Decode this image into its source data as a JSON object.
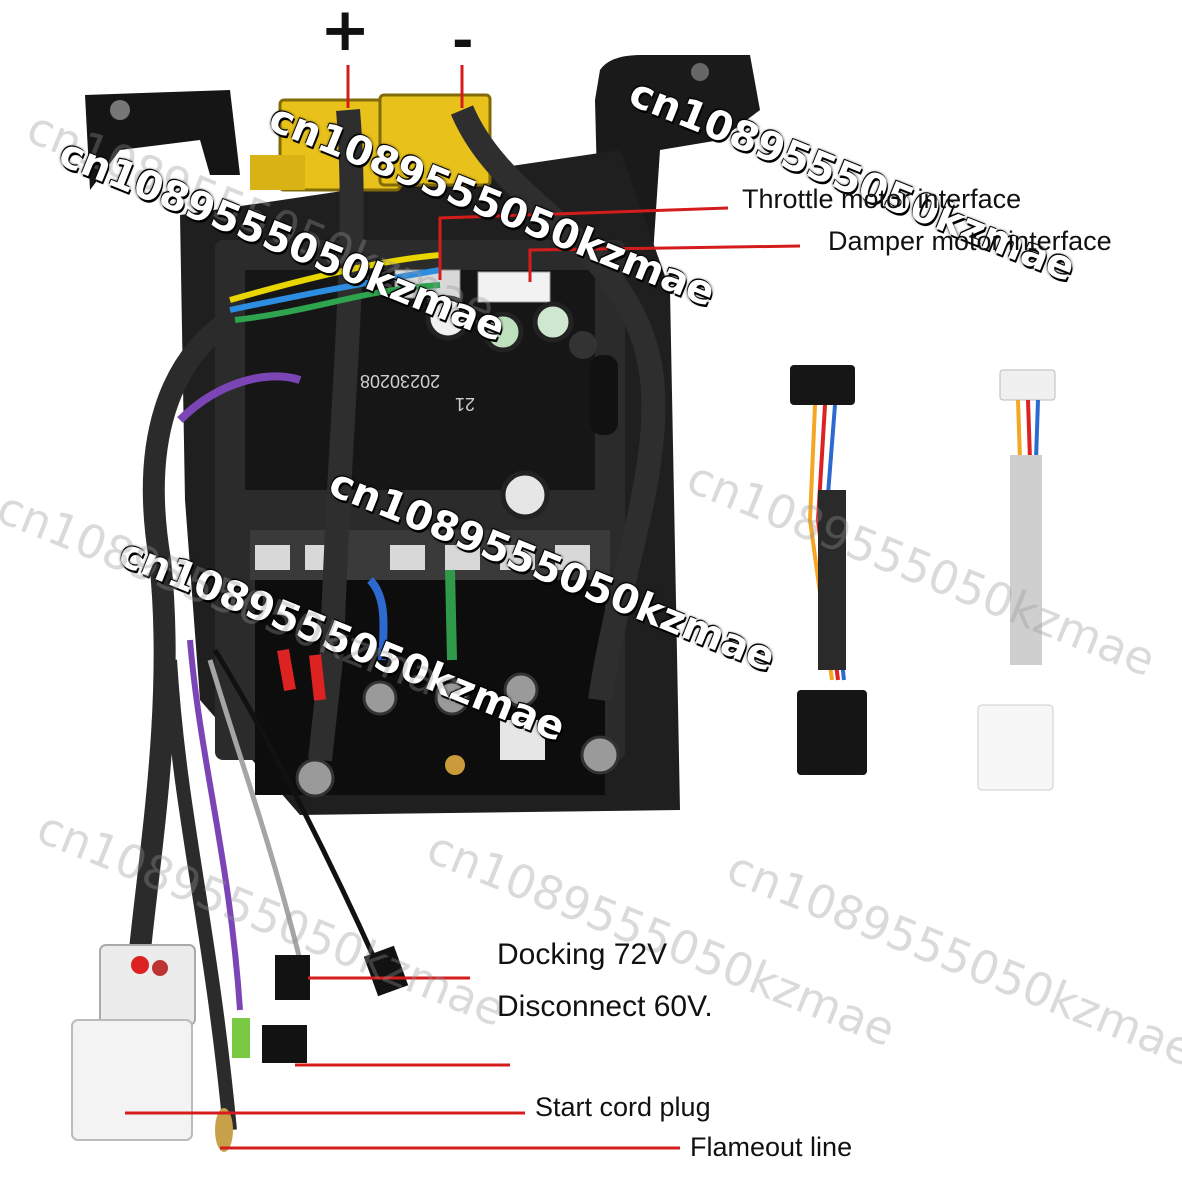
{
  "polarity": {
    "positive": "+",
    "negative": "-"
  },
  "labels": {
    "throttle": "Throttle motor interface",
    "damper": "Damper motor interface",
    "docking": "Docking 72V",
    "disconnect": "Disconnect 60V.",
    "start_cord": "Start cord plug",
    "flameout": "Flameout line"
  },
  "board_print": {
    "date_code": "20230208",
    "rev": "21"
  },
  "watermark": "cn1089555050kzmae",
  "colors": {
    "leader_line": "#d41c1c",
    "connector_yellow": "#e8c21a",
    "controller_body": "#1a1a1a"
  }
}
